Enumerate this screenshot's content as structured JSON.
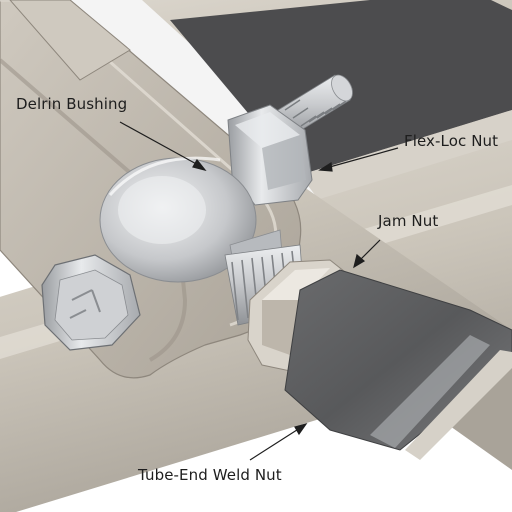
{
  "labels": {
    "delrin_bushing": "Delrin Bushing",
    "flex_loc_nut": "Flex-Loc Nut",
    "jam_nut": "Jam Nut",
    "tube_end_weld_nut": "Tube-End Weld Nut"
  },
  "colors": {
    "background": "#ffffff",
    "tube": "#c9c3b8",
    "plate": "#bdb6ac",
    "shadow_band": "#4c4c4e",
    "metal": "#c7c9cc",
    "accent_red": "#a51c24",
    "label_text": "#1e1e1e"
  },
  "icons": {
    "leader": "arrow-pointer"
  }
}
